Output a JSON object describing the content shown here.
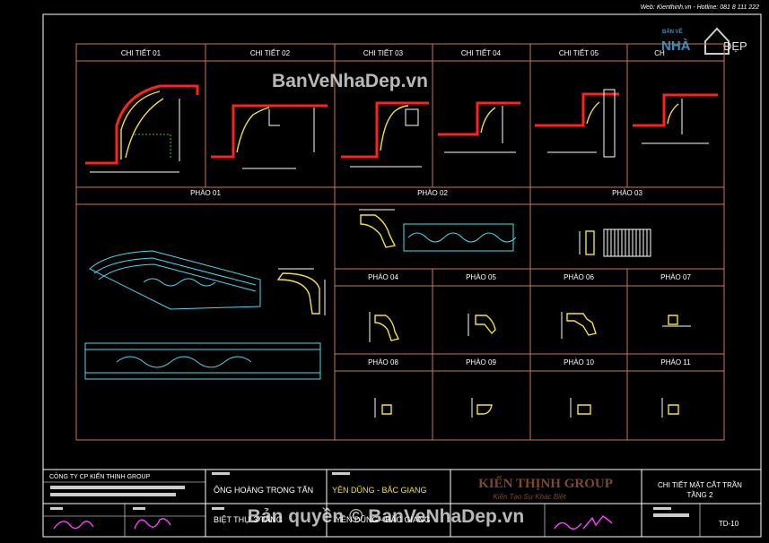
{
  "header": {
    "website_text": "Web: Kienthinh.vn - Hotline: 081 8 111 222",
    "logo_top": "BẢN VẼ",
    "logo_mid": "NHÀ",
    "logo_end": "ĐẸP"
  },
  "watermark": {
    "center": "BanVeNhaDep.vn",
    "bottom": "Bản quyền © BanVeNhaDep.vn"
  },
  "details_row": [
    {
      "title": "CHI TIẾT 01"
    },
    {
      "title": "CHI TIẾT 02"
    },
    {
      "title": "CHI TIẾT 03"
    },
    {
      "title": "CHI TIẾT 04"
    },
    {
      "title": "CHI TIẾT 05"
    },
    {
      "title": "CH"
    }
  ],
  "phao_large": [
    {
      "title": "PHÀO 01"
    },
    {
      "title": "PHÀO 02"
    },
    {
      "title": "PHÀO 03"
    }
  ],
  "phao_small_row1": [
    {
      "title": "PHÀO 04"
    },
    {
      "title": "PHÀO 05"
    },
    {
      "title": "PHÀO 06"
    },
    {
      "title": "PHÀO 07"
    }
  ],
  "phao_small_row2": [
    {
      "title": "PHÀO 08"
    },
    {
      "title": "PHÀO 09"
    },
    {
      "title": "PHÀO 10"
    },
    {
      "title": "PHÀO 11"
    }
  ],
  "title_block": {
    "company": "CÔNG TY CP KIẾN THỊNH GROUP",
    "owner": "ÔNG HOÀNG TRỌNG TẤN",
    "location": "YÊN DŨNG - BẮC GIANG",
    "location_short": "YÊN DŨNG - BẮC GIANG",
    "owner_short": "BIỆT THỰ 3 TẦNG",
    "brand": "KIẾN THỊNH GROUP",
    "slogan": "Kiến Tạo Sự Khác Biệt",
    "sheet_title_1": "CHI TIẾT MẶT CẮT TRẦN",
    "sheet_title_2": "TẦNG 2",
    "sheet_code": "TD-10"
  },
  "colors": {
    "frame": "#c87a55",
    "brand": "#7a4a2a",
    "accent": "#2e8fcb"
  }
}
